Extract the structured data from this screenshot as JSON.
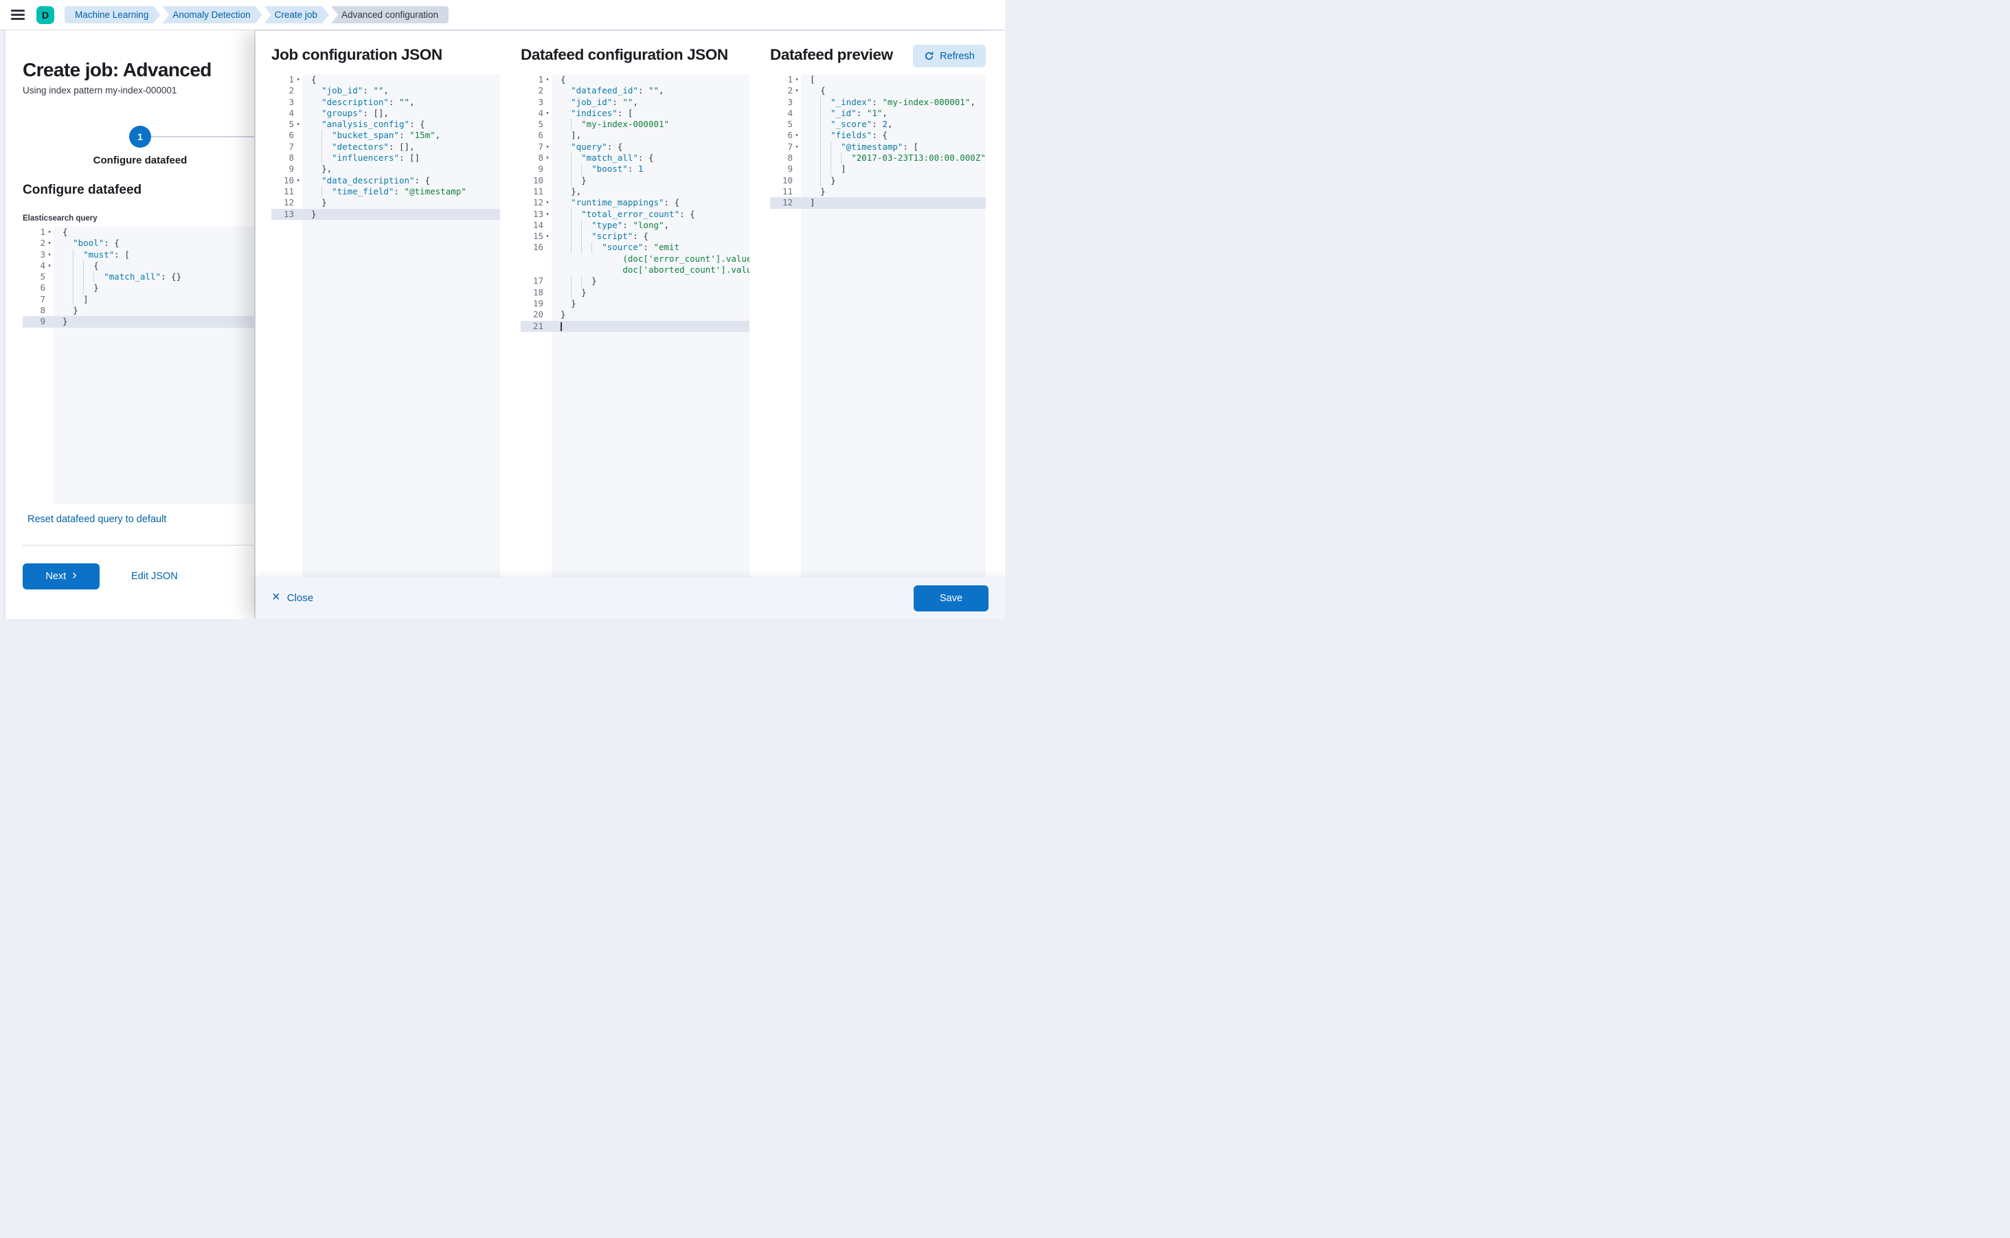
{
  "header": {
    "avatar": "D",
    "breadcrumbs": [
      {
        "label": "Machine Learning"
      },
      {
        "label": "Anomaly Detection"
      },
      {
        "label": "Create job"
      },
      {
        "label": "Advanced configuration"
      }
    ]
  },
  "left_panel": {
    "title": "Create job: Advanced",
    "subtitle": "Using index pattern my-index-000001",
    "step": {
      "number": "1",
      "label": "Configure datafeed"
    },
    "section_title": "Configure datafeed",
    "query_label": "Elasticsearch query",
    "reset_link": "Reset datafeed query to default",
    "next_button": "Next",
    "next_chevron": "›",
    "edit_json_link": "Edit JSON"
  },
  "flyout": {
    "job_title": "Job configuration JSON",
    "datafeed_title": "Datafeed configuration JSON",
    "preview_title": "Datafeed preview",
    "refresh_button": "Refresh",
    "footer": {
      "close": "Close",
      "close_icon": "×",
      "save": "Save"
    }
  },
  "editors": {
    "es_query": {
      "lines": [
        {
          "n": "1",
          "f": 1,
          "i": 0,
          "s": [
            [
              "p",
              "{"
            ]
          ]
        },
        {
          "n": "2",
          "f": 1,
          "i": 2,
          "s": [
            [
              "k",
              "\"bool\""
            ],
            [
              "p",
              ": {"
            ]
          ]
        },
        {
          "n": "3",
          "f": 1,
          "i": 4,
          "s": [
            [
              "k",
              "\"must\""
            ],
            [
              "p",
              ": ["
            ]
          ]
        },
        {
          "n": "4",
          "f": 1,
          "i": 6,
          "s": [
            [
              "p",
              "{"
            ]
          ]
        },
        {
          "n": "5",
          "i": 8,
          "s": [
            [
              "k",
              "\"match_all\""
            ],
            [
              "p",
              ": {}"
            ]
          ]
        },
        {
          "n": "6",
          "i": 6,
          "s": [
            [
              "p",
              "}"
            ]
          ]
        },
        {
          "n": "7",
          "i": 4,
          "s": [
            [
              "p",
              "]"
            ]
          ]
        },
        {
          "n": "8",
          "i": 2,
          "s": [
            [
              "p",
              "}"
            ]
          ]
        },
        {
          "n": "9",
          "i": 0,
          "a": 1,
          "s": [
            [
              "p",
              "}"
            ]
          ]
        }
      ]
    },
    "job_config": {
      "lines": [
        {
          "n": "1",
          "f": 1,
          "i": 0,
          "s": [
            [
              "p",
              "{"
            ]
          ]
        },
        {
          "n": "2",
          "i": 2,
          "s": [
            [
              "k",
              "\"job_id\""
            ],
            [
              "p",
              ": "
            ],
            [
              "v",
              "\"\""
            ],
            [
              "p",
              ","
            ]
          ]
        },
        {
          "n": "3",
          "i": 2,
          "s": [
            [
              "k",
              "\"description\""
            ],
            [
              "p",
              ": "
            ],
            [
              "v",
              "\"\""
            ],
            [
              "p",
              ","
            ]
          ]
        },
        {
          "n": "4",
          "i": 2,
          "s": [
            [
              "k",
              "\"groups\""
            ],
            [
              "p",
              ": [],"
            ]
          ]
        },
        {
          "n": "5",
          "f": 1,
          "i": 2,
          "s": [
            [
              "k",
              "\"analysis_config\""
            ],
            [
              "p",
              ": {"
            ]
          ]
        },
        {
          "n": "6",
          "i": 4,
          "s": [
            [
              "k",
              "\"bucket_span\""
            ],
            [
              "p",
              ": "
            ],
            [
              "v",
              "\"15m\""
            ],
            [
              "p",
              ","
            ]
          ]
        },
        {
          "n": "7",
          "i": 4,
          "s": [
            [
              "k",
              "\"detectors\""
            ],
            [
              "p",
              ": [],"
            ]
          ]
        },
        {
          "n": "8",
          "i": 4,
          "s": [
            [
              "k",
              "\"influencers\""
            ],
            [
              "p",
              ": []"
            ]
          ]
        },
        {
          "n": "9",
          "i": 2,
          "s": [
            [
              "p",
              "},"
            ]
          ]
        },
        {
          "n": "10",
          "f": 1,
          "i": 2,
          "s": [
            [
              "k",
              "\"data_description\""
            ],
            [
              "p",
              ": {"
            ]
          ]
        },
        {
          "n": "11",
          "i": 4,
          "s": [
            [
              "k",
              "\"time_field\""
            ],
            [
              "p",
              ": "
            ],
            [
              "v",
              "\"@timestamp\""
            ]
          ]
        },
        {
          "n": "12",
          "i": 2,
          "s": [
            [
              "p",
              "}"
            ]
          ]
        },
        {
          "n": "13",
          "i": 0,
          "a": 1,
          "s": [
            [
              "p",
              "}"
            ]
          ]
        }
      ]
    },
    "datafeed_config": {
      "lines": [
        {
          "n": "1",
          "f": 1,
          "i": 0,
          "s": [
            [
              "p",
              "{"
            ]
          ]
        },
        {
          "n": "2",
          "i": 2,
          "s": [
            [
              "k",
              "\"datafeed_id\""
            ],
            [
              "p",
              ": "
            ],
            [
              "v",
              "\"\""
            ],
            [
              "p",
              ","
            ]
          ]
        },
        {
          "n": "3",
          "i": 2,
          "s": [
            [
              "k",
              "\"job_id\""
            ],
            [
              "p",
              ": "
            ],
            [
              "v",
              "\"\""
            ],
            [
              "p",
              ","
            ]
          ]
        },
        {
          "n": "4",
          "f": 1,
          "i": 2,
          "s": [
            [
              "k",
              "\"indices\""
            ],
            [
              "p",
              ": ["
            ]
          ]
        },
        {
          "n": "5",
          "i": 4,
          "s": [
            [
              "v",
              "\"my-index-000001\""
            ]
          ]
        },
        {
          "n": "6",
          "i": 2,
          "s": [
            [
              "p",
              "],"
            ]
          ]
        },
        {
          "n": "7",
          "f": 1,
          "i": 2,
          "s": [
            [
              "k",
              "\"query\""
            ],
            [
              "p",
              ": {"
            ]
          ]
        },
        {
          "n": "8",
          "f": 1,
          "i": 4,
          "s": [
            [
              "k",
              "\"match_all\""
            ],
            [
              "p",
              ": {"
            ]
          ]
        },
        {
          "n": "9",
          "i": 6,
          "s": [
            [
              "k",
              "\"boost\""
            ],
            [
              "p",
              ": "
            ],
            [
              "n2",
              "1"
            ]
          ]
        },
        {
          "n": "10",
          "i": 4,
          "s": [
            [
              "p",
              "}"
            ]
          ]
        },
        {
          "n": "11",
          "i": 2,
          "s": [
            [
              "p",
              "},"
            ]
          ]
        },
        {
          "n": "12",
          "f": 1,
          "i": 2,
          "s": [
            [
              "k",
              "\"runtime_mappings\""
            ],
            [
              "p",
              ": {"
            ]
          ]
        },
        {
          "n": "13",
          "f": 1,
          "i": 4,
          "s": [
            [
              "k",
              "\"total_error_count\""
            ],
            [
              "p",
              ": {"
            ]
          ]
        },
        {
          "n": "14",
          "i": 6,
          "s": [
            [
              "k",
              "\"type\""
            ],
            [
              "p",
              ": "
            ],
            [
              "v",
              "\"long\""
            ],
            [
              "p",
              ","
            ]
          ]
        },
        {
          "n": "15",
          "f": 1,
          "i": 6,
          "s": [
            [
              "k",
              "\"script\""
            ],
            [
              "p",
              ": {"
            ]
          ]
        },
        {
          "n": "16",
          "i": 8,
          "s": [
            [
              "k",
              "\"source\""
            ],
            [
              "p",
              ": "
            ],
            [
              "v",
              "\"emit"
            ]
          ],
          "w": [
            {
              "i": 12,
              "s": [
                [
                  "v",
                  "(doc['error_count'].value +"
                ]
              ]
            },
            {
              "i": 12,
              "s": [
                [
                  "v",
                  "doc['aborted_count'].value)\""
                ]
              ]
            }
          ]
        },
        {
          "n": "17",
          "i": 6,
          "s": [
            [
              "p",
              "}"
            ]
          ]
        },
        {
          "n": "18",
          "i": 4,
          "s": [
            [
              "p",
              "}"
            ]
          ]
        },
        {
          "n": "19",
          "i": 2,
          "s": [
            [
              "p",
              "}"
            ]
          ]
        },
        {
          "n": "20",
          "i": 0,
          "s": [
            [
              "p",
              "}"
            ]
          ]
        },
        {
          "n": "21",
          "i": 0,
          "a": 1,
          "c": 1,
          "s": []
        }
      ]
    },
    "datafeed_preview": {
      "lines": [
        {
          "n": "1",
          "f": 1,
          "i": 0,
          "s": [
            [
              "p",
              "["
            ]
          ]
        },
        {
          "n": "2",
          "f": 1,
          "i": 2,
          "s": [
            [
              "p",
              "{"
            ]
          ]
        },
        {
          "n": "3",
          "i": 4,
          "s": [
            [
              "k",
              "\"_index\""
            ],
            [
              "p",
              ": "
            ],
            [
              "v",
              "\"my-index-000001\""
            ],
            [
              "p",
              ","
            ]
          ]
        },
        {
          "n": "4",
          "i": 4,
          "s": [
            [
              "k",
              "\"_id\""
            ],
            [
              "p",
              ": "
            ],
            [
              "v",
              "\"1\""
            ],
            [
              "p",
              ","
            ]
          ]
        },
        {
          "n": "5",
          "i": 4,
          "s": [
            [
              "k",
              "\"_score\""
            ],
            [
              "p",
              ": "
            ],
            [
              "n2",
              "2"
            ],
            [
              "p",
              ","
            ]
          ]
        },
        {
          "n": "6",
          "f": 1,
          "i": 4,
          "s": [
            [
              "k",
              "\"fields\""
            ],
            [
              "p",
              ": {"
            ]
          ]
        },
        {
          "n": "7",
          "f": 1,
          "i": 6,
          "s": [
            [
              "k",
              "\"@timestamp\""
            ],
            [
              "p",
              ": ["
            ]
          ]
        },
        {
          "n": "8",
          "i": 8,
          "s": [
            [
              "v",
              "\"2017-03-23T13:00:00.000Z\""
            ]
          ]
        },
        {
          "n": "9",
          "i": 6,
          "s": [
            [
              "p",
              "]"
            ]
          ]
        },
        {
          "n": "10",
          "i": 4,
          "s": [
            [
              "p",
              "}"
            ]
          ]
        },
        {
          "n": "11",
          "i": 2,
          "s": [
            [
              "p",
              "}"
            ]
          ]
        },
        {
          "n": "12",
          "i": 0,
          "a": 1,
          "s": [
            [
              "p",
              "]"
            ]
          ]
        }
      ]
    }
  }
}
